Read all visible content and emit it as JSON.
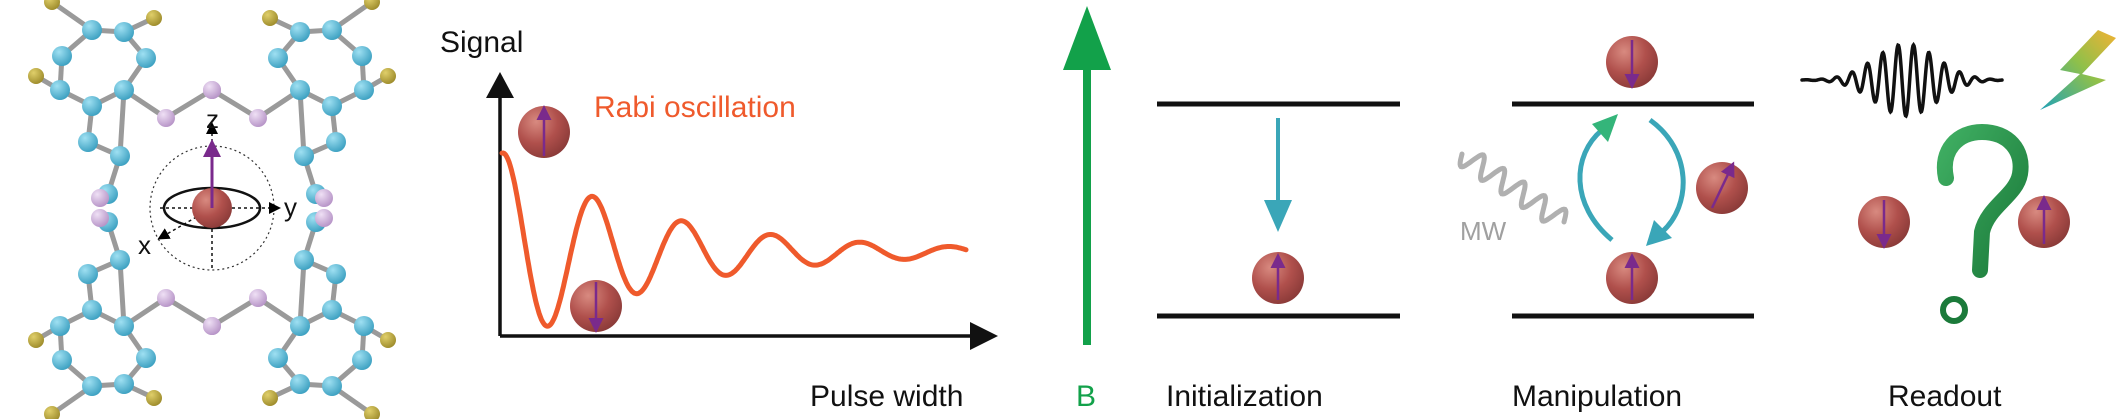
{
  "panel_molecule": {
    "axis_x": "x",
    "axis_y": "y",
    "axis_z": "z"
  },
  "panel_rabi": {
    "ylabel": "Signal",
    "xlabel": "Pulse width",
    "curve_label": "Rabi oscillation"
  },
  "panel_field": {
    "label": "B"
  },
  "panel_init": {
    "label": "Initialization"
  },
  "panel_manip": {
    "label": "Manipulation",
    "drive_label": "MW"
  },
  "panel_readout": {
    "label": "Readout"
  },
  "colors": {
    "atom_blue": "#4aa9c8",
    "atom_olive": "#b4a03a",
    "atom_lilac": "#c6a5d4",
    "bond": "#9a9a9a",
    "spin_ball": "#b0504c",
    "spin_arrow": "#7a2a8c",
    "rabi_curve": "#ef5a2c",
    "field_arrow": "#12a14a",
    "teal_arrow": "#3aa6b8",
    "mw_wave": "#b0b0b0"
  }
}
